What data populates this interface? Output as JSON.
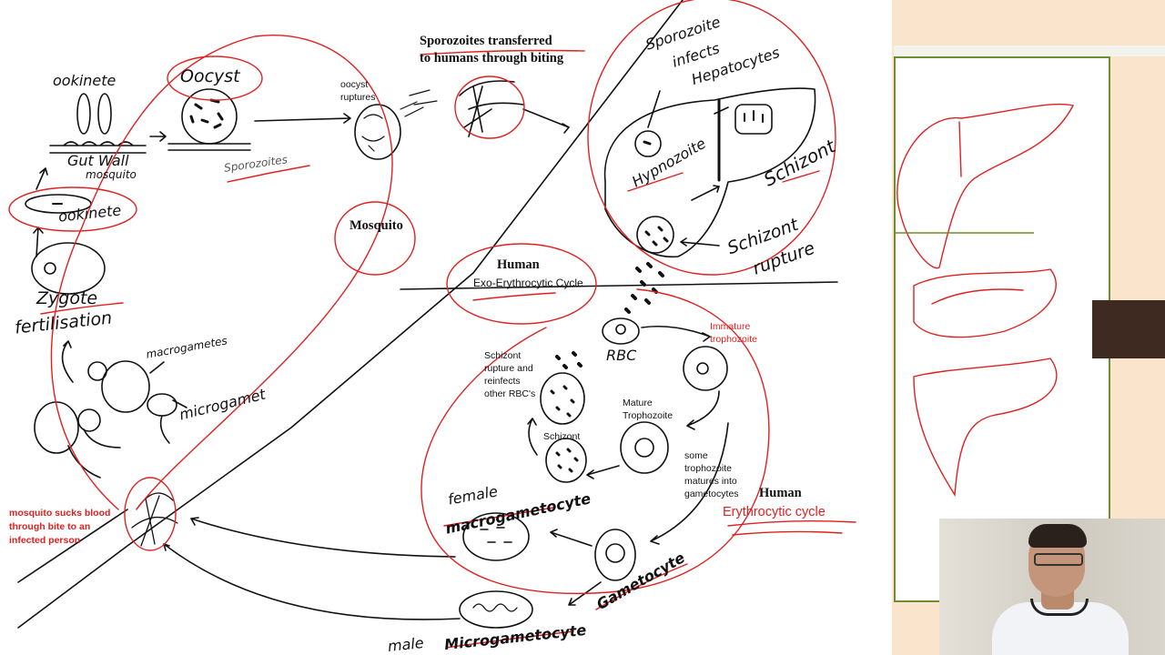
{
  "labels": {
    "sporozoites_transferred_1": "Sporozoites transferred",
    "sporozoites_transferred_2": "to humans through biting",
    "oocyst_ruptures_1": "oocyst",
    "oocyst_ruptures_2": "ruptures",
    "mosquito": "Mosquito",
    "human_1": "Human",
    "exo_erythrocytic_cycle": "Exo-Erythrocytic Cycle",
    "schizont_rupture_1": "Schizont",
    "schizont_rupture_2": "rupture and",
    "schizont_rupture_3": "reinfects",
    "schizont_rupture_4": "other RBC's",
    "immature_trophozoite_1": "Immature",
    "immature_trophozoite_2": "trophozoite",
    "mature_trophozoite_1": "Mature",
    "mature_trophozoite_2": "Trophozoite",
    "schizont": "Schizont",
    "some_trophozoite_1": "some",
    "some_trophozoite_2": "trophozoite",
    "some_trophozoite_3": "matures into",
    "some_trophozoite_4": "gametocytes",
    "human_2": "Human",
    "erythrocytic_cycle": "Erythrocytic cycle",
    "mosquito_sucks_1": "mosquito sucks blood",
    "mosquito_sucks_2": "through bite to an",
    "mosquito_sucks_3": "infected person"
  },
  "handwritten": {
    "ookinete_top": "ookinete",
    "oocyst": "Oocyst",
    "gut_wall": "Gut Wall",
    "gut_mosquito": "mosquito",
    "sporozoites": "Sporozoites",
    "ookinete_mid": "ookinete",
    "zygote": "Zygote",
    "fertilisation": "fertilisation",
    "macrogametes": "macrogametes",
    "microgamet": "microgamet",
    "sporozoite_infects_1": "Sporozoite",
    "sporozoite_infects_2": "infects",
    "sporozoite_infects_3": "Hepatocytes",
    "hypnozoite": "Hypnozoite",
    "schizont_liver": "Schizont",
    "schizont_rupture_a": "Schizont",
    "schizont_rupture_b": "rupture",
    "rbc": "RBC",
    "female": "female",
    "macrogametocyte": "macrogametocyte",
    "gametocyte": "Gametocyte",
    "male": "male",
    "microgametocyte": "Microgametocyte"
  },
  "colors": {
    "ink": "#111111",
    "red_pen": "#e02020",
    "panel_bg": "#fbe4cc",
    "panel_border": "#6f8e2f"
  },
  "panels": {
    "right_panel": "presentation-side-panel",
    "webcam": "presenter-webcam"
  }
}
